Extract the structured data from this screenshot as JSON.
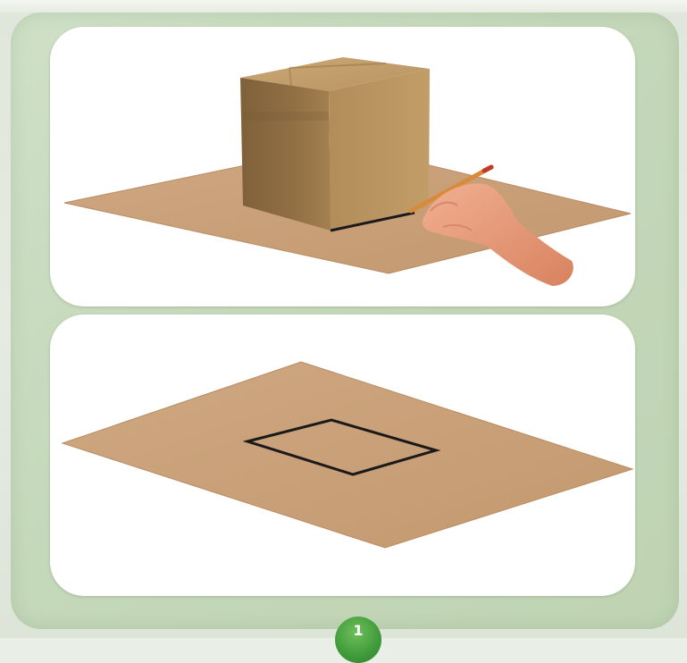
{
  "illustration": {
    "step_one": {
      "depicts": [
        "cardboard-box",
        "flat-sheet",
        "hand-with-pencil"
      ]
    },
    "step_two": {
      "depicts": [
        "flat-sheet",
        "traced-square-outline"
      ]
    }
  },
  "badge": {
    "label": "1",
    "color": "#3f9a3a"
  },
  "colors": {
    "frame_green": "#c6dabc",
    "sheet_tan": "#c79e76",
    "box_brown": "#a77f4f",
    "outline": "#1a1a1a",
    "skin": "#e9a07f"
  }
}
